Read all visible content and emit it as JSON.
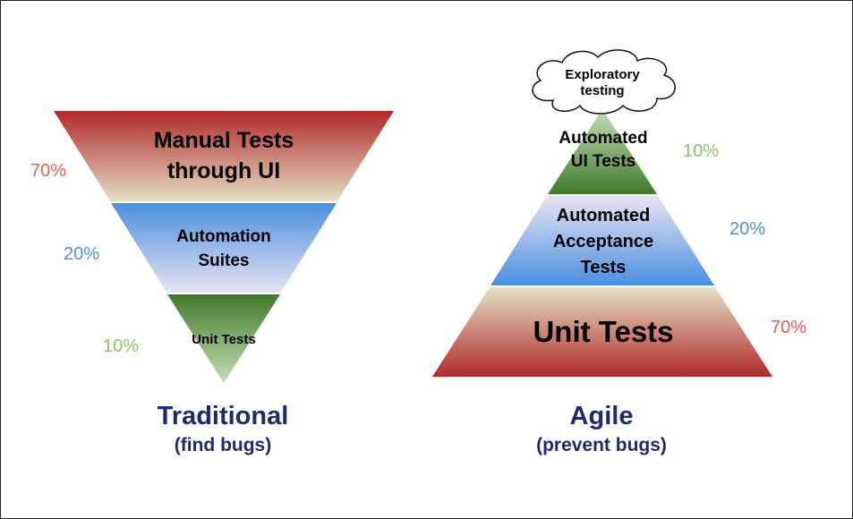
{
  "traditional": {
    "title": "Traditional",
    "subtitle": "(find bugs)",
    "layers": {
      "manual": {
        "line1": "Manual Tests",
        "line2": "through UI",
        "percent": "70%"
      },
      "automation": {
        "line1": "Automation",
        "line2": "Suites",
        "percent": "20%"
      },
      "unit": {
        "label": "Unit Tests",
        "percent": "10%"
      }
    }
  },
  "agile": {
    "title": "Agile",
    "subtitle": "(prevent bugs)",
    "cloud": {
      "line1": "Exploratory",
      "line2": "testing"
    },
    "layers": {
      "ui": {
        "line1": "Automated",
        "line2": "UI Tests",
        "percent": "10%"
      },
      "acceptance": {
        "line1": "Automated",
        "line2": "Acceptance",
        "line3": "Tests",
        "percent": "20%"
      },
      "unit": {
        "label": "Unit Tests",
        "percent": "70%"
      }
    }
  },
  "colors": {
    "red": "#b02a2a",
    "beige": "#e6e0c6",
    "blue": "#4a8fe0",
    "lavender": "#e9e4f2",
    "green": "#3f7a2c",
    "lightgreen": "#c9ddb8",
    "pct_red": "#e0635a",
    "pct_blue": "#4f8fe0",
    "pct_green": "#8dc068",
    "title": "#1f2a6e"
  }
}
